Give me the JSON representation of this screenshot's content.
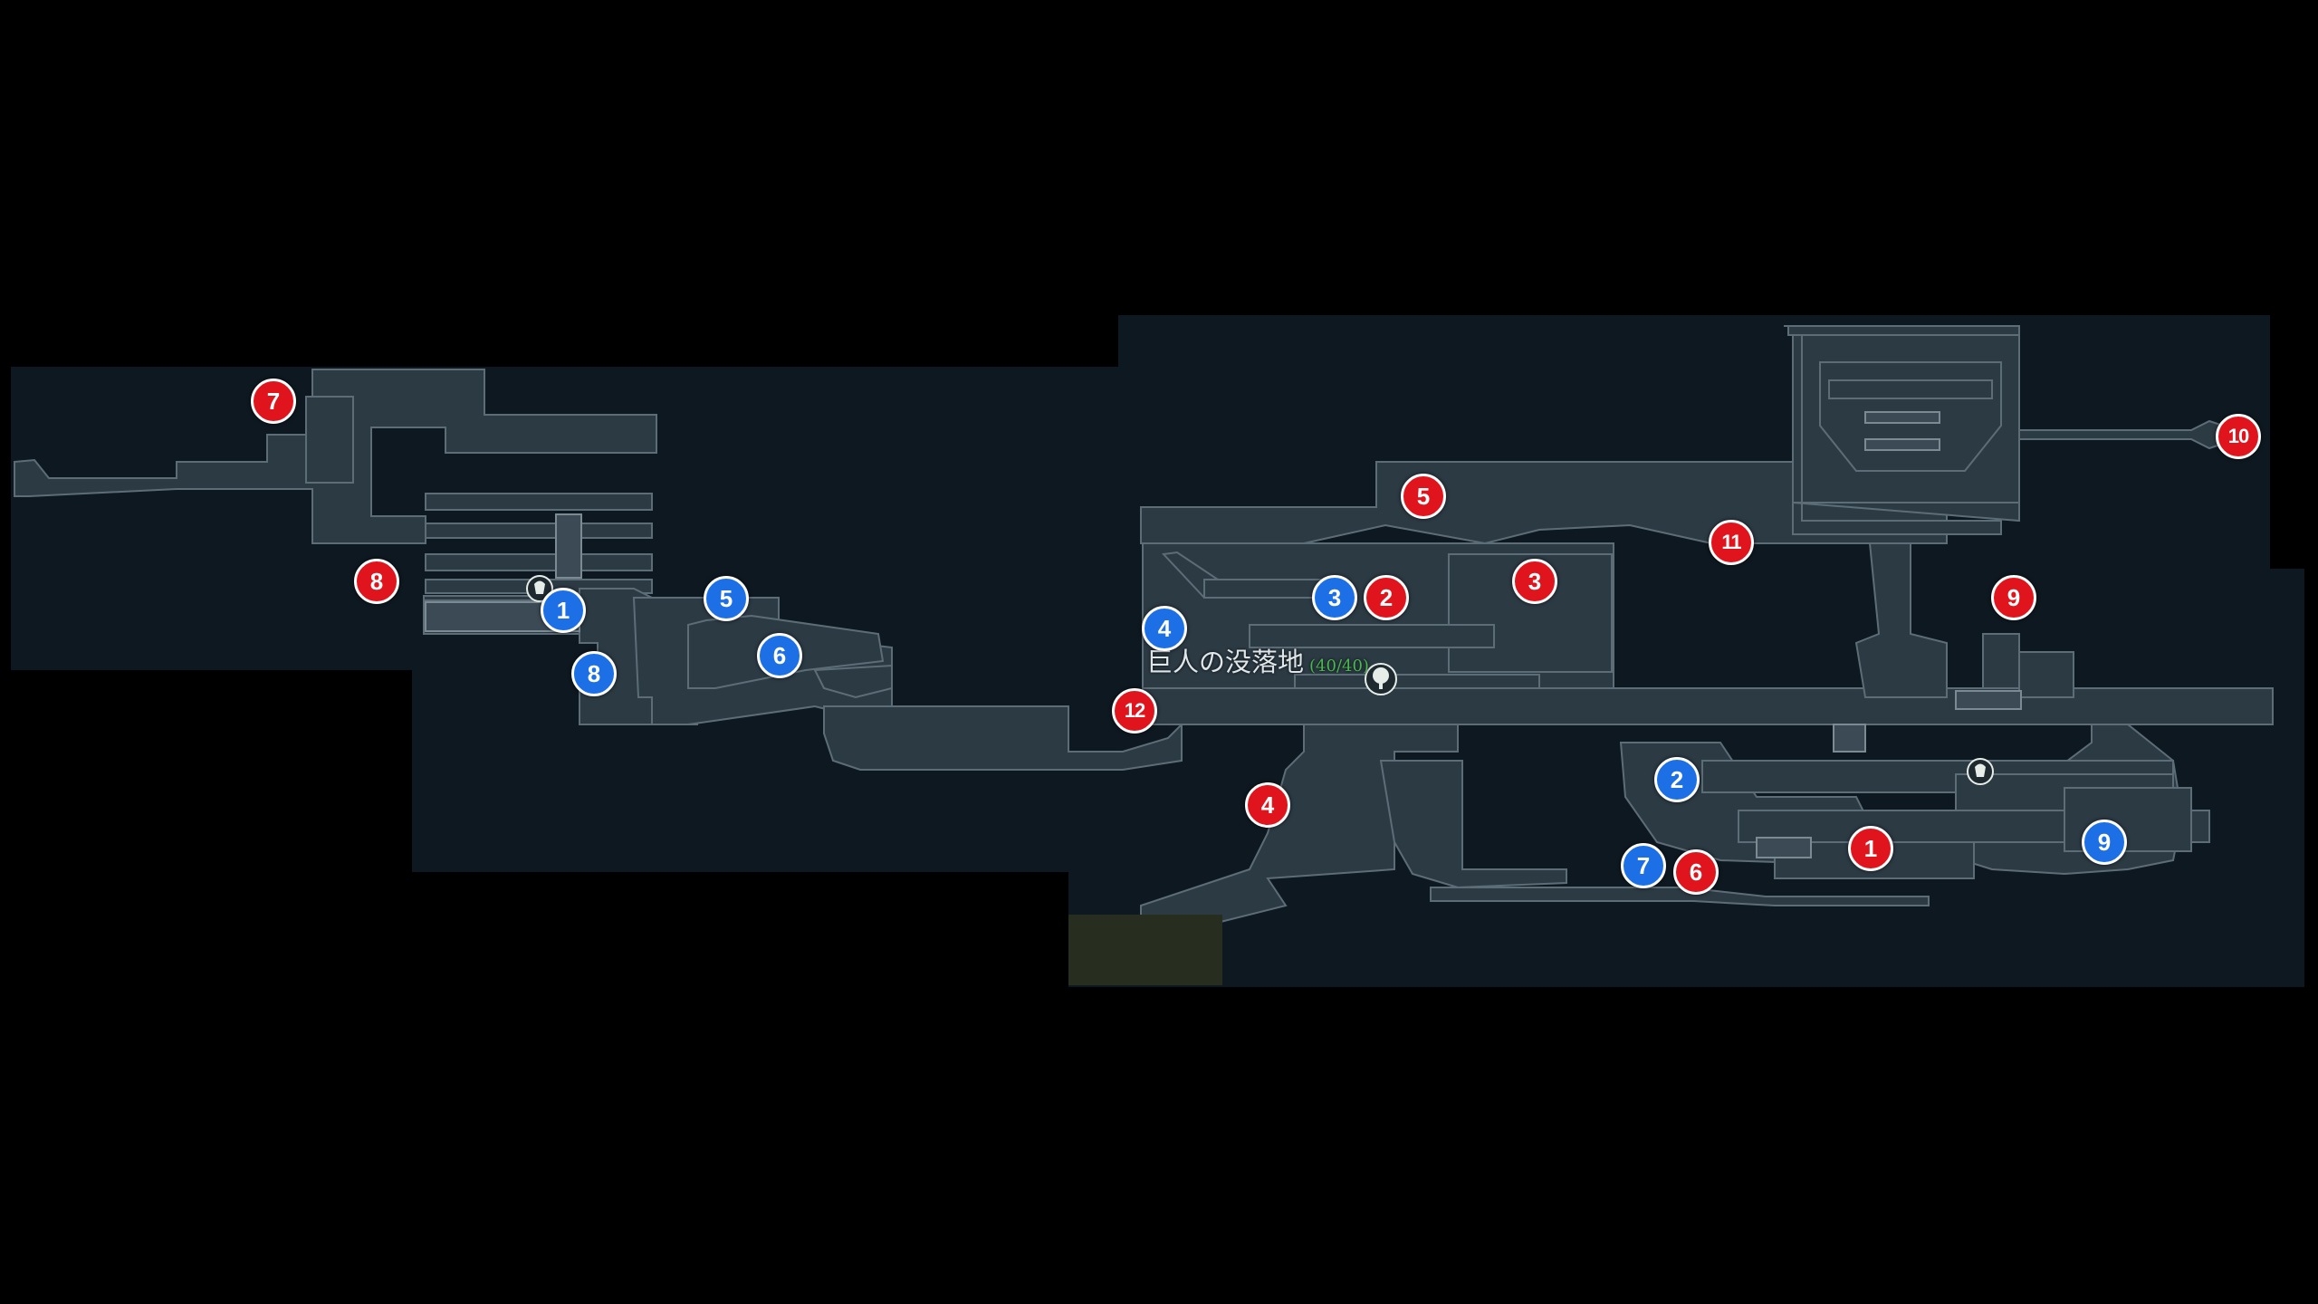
{
  "map": {
    "region_name": "巨人の没落地",
    "region_progress": "(40/40)"
  },
  "colors": {
    "background": "#000000",
    "panel": "#0e1820",
    "corridor": "#2c3a44",
    "corridor_edge": "#5d6d77",
    "red_marker": "#e0141c",
    "blue_marker": "#1c6fe4",
    "progress_green": "#49b84f"
  },
  "icons": {
    "tree": "tree-icon",
    "save_point": "save-point-icon"
  },
  "markers": {
    "red": [
      {
        "label": "1"
      },
      {
        "label": "2"
      },
      {
        "label": "3"
      },
      {
        "label": "4"
      },
      {
        "label": "5"
      },
      {
        "label": "6"
      },
      {
        "label": "7"
      },
      {
        "label": "8"
      },
      {
        "label": "9"
      },
      {
        "label": "10"
      },
      {
        "label": "11"
      },
      {
        "label": "12"
      }
    ],
    "blue": [
      {
        "label": "1"
      },
      {
        "label": "2"
      },
      {
        "label": "3"
      },
      {
        "label": "4"
      },
      {
        "label": "5"
      },
      {
        "label": "6"
      },
      {
        "label": "7"
      },
      {
        "label": "8"
      },
      {
        "label": "9"
      }
    ]
  }
}
